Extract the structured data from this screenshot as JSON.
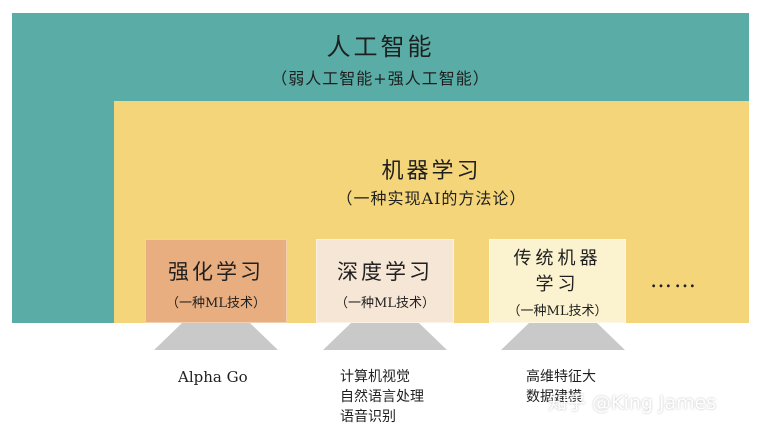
{
  "ai": {
    "title": "人工智能",
    "subtitle": "（弱人工智能+强人工智能）"
  },
  "ml": {
    "title": "机器学习",
    "subtitle": "（一种实现AI的方法论）"
  },
  "boxes": [
    {
      "title": "强化学习",
      "subtitle": "（一种ML技术）"
    },
    {
      "title": "深度学习",
      "subtitle": "（一种ML技术）"
    },
    {
      "title": "传统机器学习",
      "subtitle": "（一种ML技术）"
    }
  ],
  "ellipsis": "……",
  "applications": [
    {
      "lines": [
        "Alpha Go"
      ]
    },
    {
      "lines": [
        "计算机视觉",
        "自然语言处理",
        "语音识别"
      ]
    },
    {
      "lines": [
        "高维特征大",
        "数据建模"
      ]
    }
  ],
  "watermark": "知乎 @King James",
  "colors": {
    "ai": "#5aada6",
    "ml": "#f4d57a",
    "rl": "#e8ae80",
    "dl": "#f6e6d6",
    "tml": "#fbf2cf",
    "platform": "#c9c9c9"
  }
}
